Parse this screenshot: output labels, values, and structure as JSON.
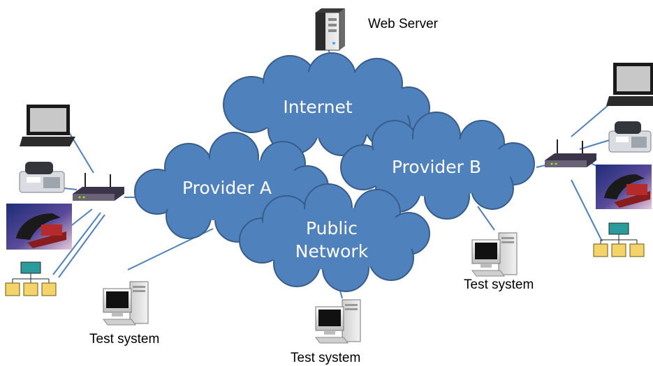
{
  "labels": {
    "web_server": "Web Server",
    "test_system_left": "Test system",
    "test_system_center": "Test system",
    "test_system_right": "Test system"
  },
  "clouds": {
    "internet": "Internet",
    "provider_a": "Provider A",
    "provider_b": "Provider B",
    "public_network_line1": "Public",
    "public_network_line2": "Network"
  },
  "colors": {
    "cloud_fill": "#4f81bd",
    "cloud_stroke": "#385d8a",
    "link_line": "#4f81bd"
  },
  "icons": [
    "server-tower-icon",
    "laptop-icon",
    "fax-machine-icon",
    "router-icon",
    "desk-phone-icon",
    "org-chart-icon",
    "desktop-computer-icon"
  ]
}
